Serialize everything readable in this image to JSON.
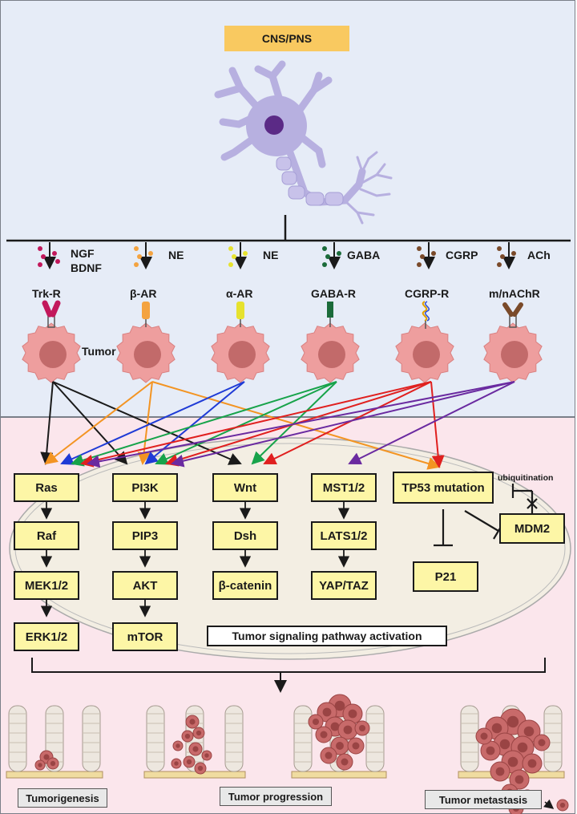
{
  "title": "CNS/PNS",
  "ligands": [
    {
      "text1": "NGF",
      "text2": "BDNF"
    },
    {
      "text1": "NE",
      "text2": ""
    },
    {
      "text1": "NE",
      "text2": ""
    },
    {
      "text1": "GABA",
      "text2": ""
    },
    {
      "text1": "CGRP",
      "text2": ""
    },
    {
      "text1": "ACh",
      "text2": ""
    }
  ],
  "receptors": [
    "Trk-R",
    "β-AR",
    "α-AR",
    "GABA-R",
    "CGRP-R",
    "m/nAChR"
  ],
  "tumor_label": "Tumor",
  "pathways": {
    "ras": [
      "Ras",
      "Raf",
      "MEK1/2",
      "ERK1/2"
    ],
    "pi3k": [
      "PI3K",
      "PIP3",
      "AKT",
      "mTOR"
    ],
    "wnt": [
      "Wnt",
      "Dsh",
      "β-catenin"
    ],
    "hippo": [
      "MST1/2",
      "LATS1/2",
      "YAP/TAZ"
    ],
    "p53": {
      "tp53": "TP53 mutation",
      "mdm2": "MDM2",
      "p21": "P21",
      "ubiquitination": "ubiquitination"
    }
  },
  "activation_label": "Tumor signaling pathway activation",
  "stages": [
    "Tumorigenesis",
    "Tumor progression",
    "Tumor metastasis"
  ],
  "colors": {
    "top_bg": "#e6ecf7",
    "bottom_bg": "#fbe6ec",
    "box_fill": "#fdf6a6",
    "title_fill": "#f9c960",
    "neuron": "#b7b0e0",
    "nucleus": "#5b2a86",
    "tumor_cell": "#ee9e9e",
    "tumor_nucleus": "#c26a6a",
    "trk": "#c2185b",
    "beta": "#f4a340",
    "alpha": "#e6e22e",
    "gaba": "#1b6b3a",
    "cgrp": "#7a4a2a",
    "ach": "#7a4a2a",
    "arrow_black": "#1a1a1a",
    "arrow_orange": "#f39422",
    "arrow_blue": "#1f3bd6",
    "arrow_green": "#17a34a",
    "arrow_red": "#e0201f",
    "arrow_purple": "#6a2aa0"
  }
}
